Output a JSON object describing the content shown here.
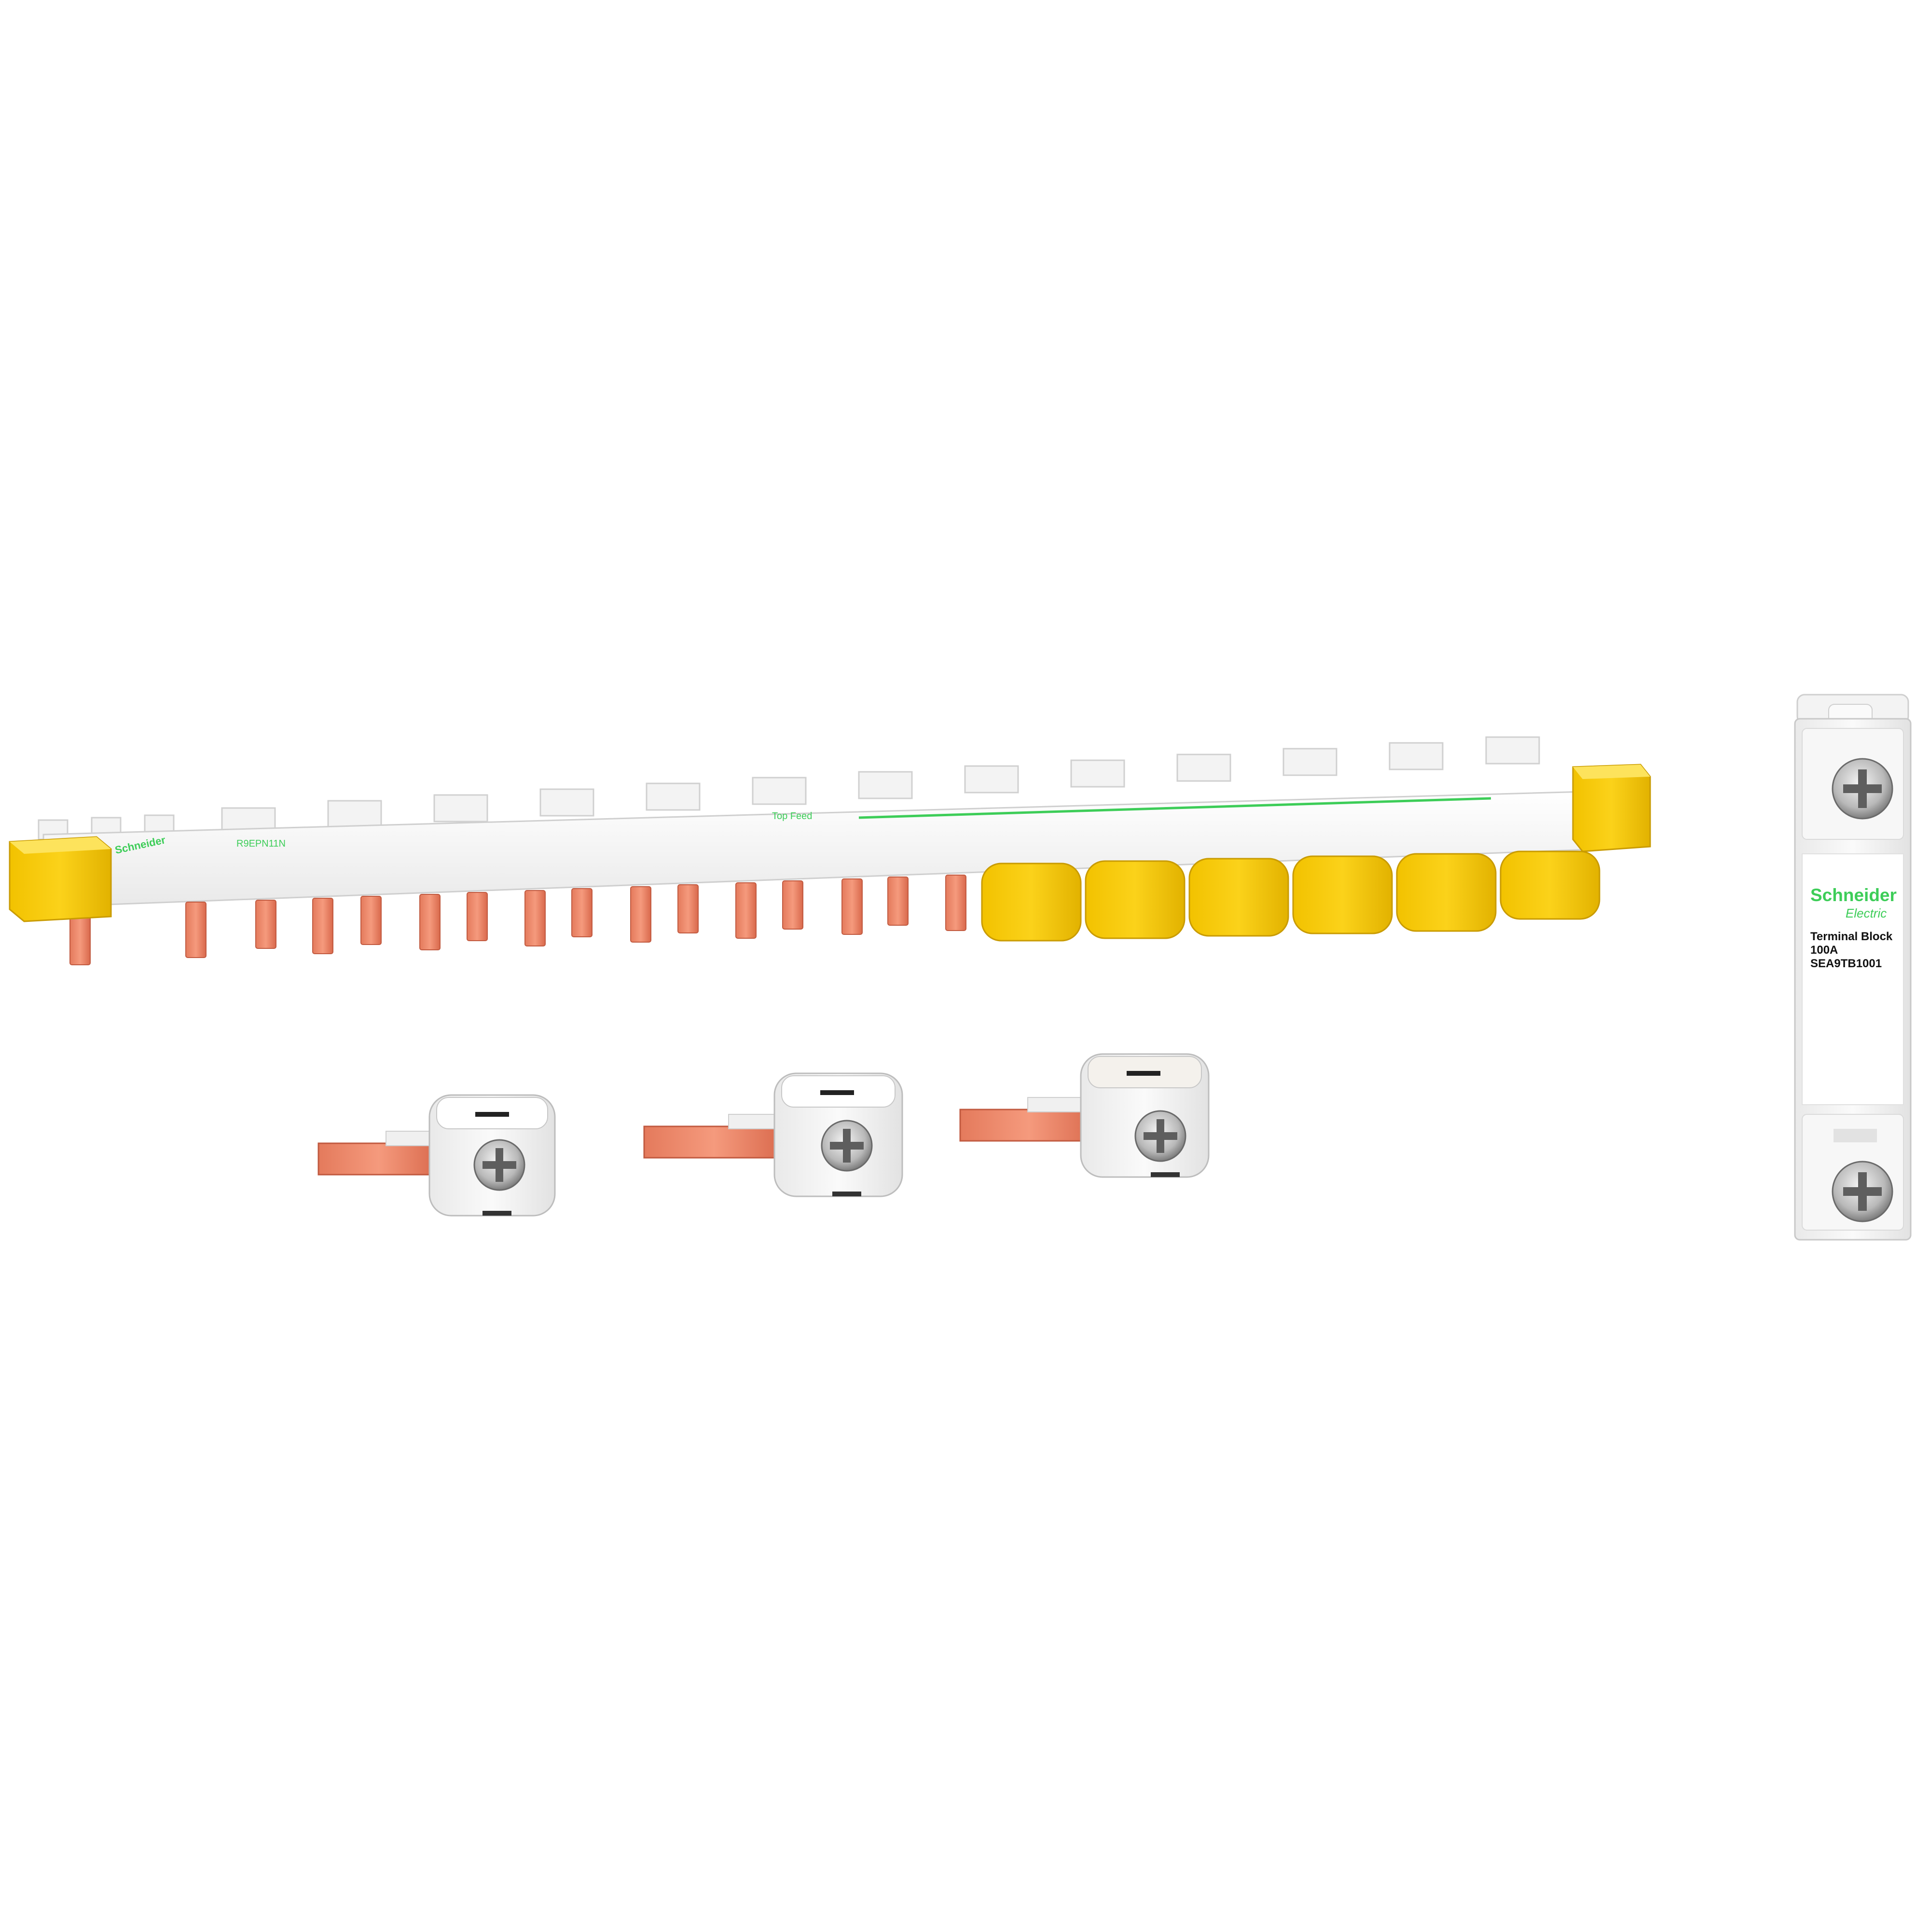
{
  "terminal_block": {
    "brand": "Schneider",
    "brand_sub": "Electric",
    "label_line1": "Terminal Block",
    "label_line2": "100A",
    "label_line3": "SEA9TB1001"
  },
  "comb_busbar": {
    "print_brand": "Schneider",
    "print_ref": "R9EPN11N",
    "print_top_feed": "Top Feed"
  },
  "colors": {
    "copper": "#f08a6c",
    "copper_dark": "#d46a4e",
    "yellow_cap": "#f7c800",
    "yellow_dark": "#d9a900",
    "body_white": "#f6f6f6",
    "schneider_green": "#3dcd58"
  }
}
